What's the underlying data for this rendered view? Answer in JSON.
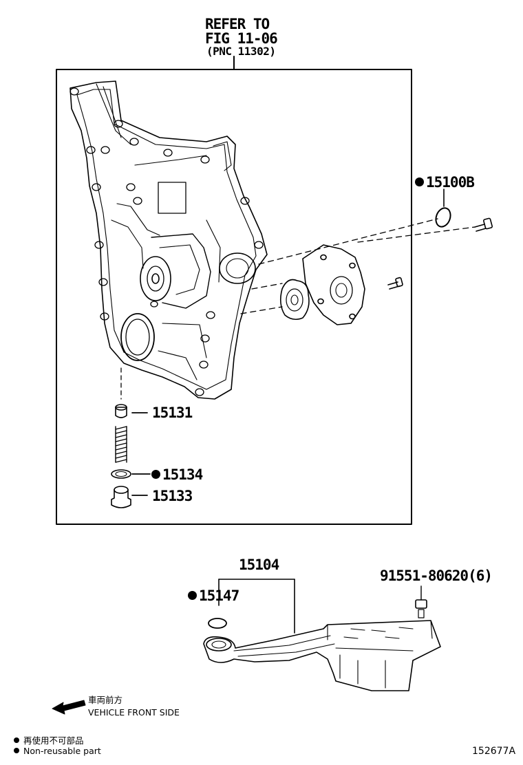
{
  "refer": {
    "line1": "REFER TO",
    "line2": "FIG 11-06",
    "line3": "(PNC 11302)"
  },
  "parts": {
    "p15100b": "15100B",
    "p15131": "15131",
    "p15134": "15134",
    "p15133": "15133",
    "p15104": "15104",
    "p15147": "15147",
    "p91551": "91551-80620(6)"
  },
  "direction": {
    "japanese": "車両前方",
    "english": "VEHICLE FRONT SIDE",
    "icon": "arrow-left-icon"
  },
  "legend": {
    "japanese": "再使用不可部品",
    "english": "Non-reusable part"
  },
  "figure_code": "152677A"
}
